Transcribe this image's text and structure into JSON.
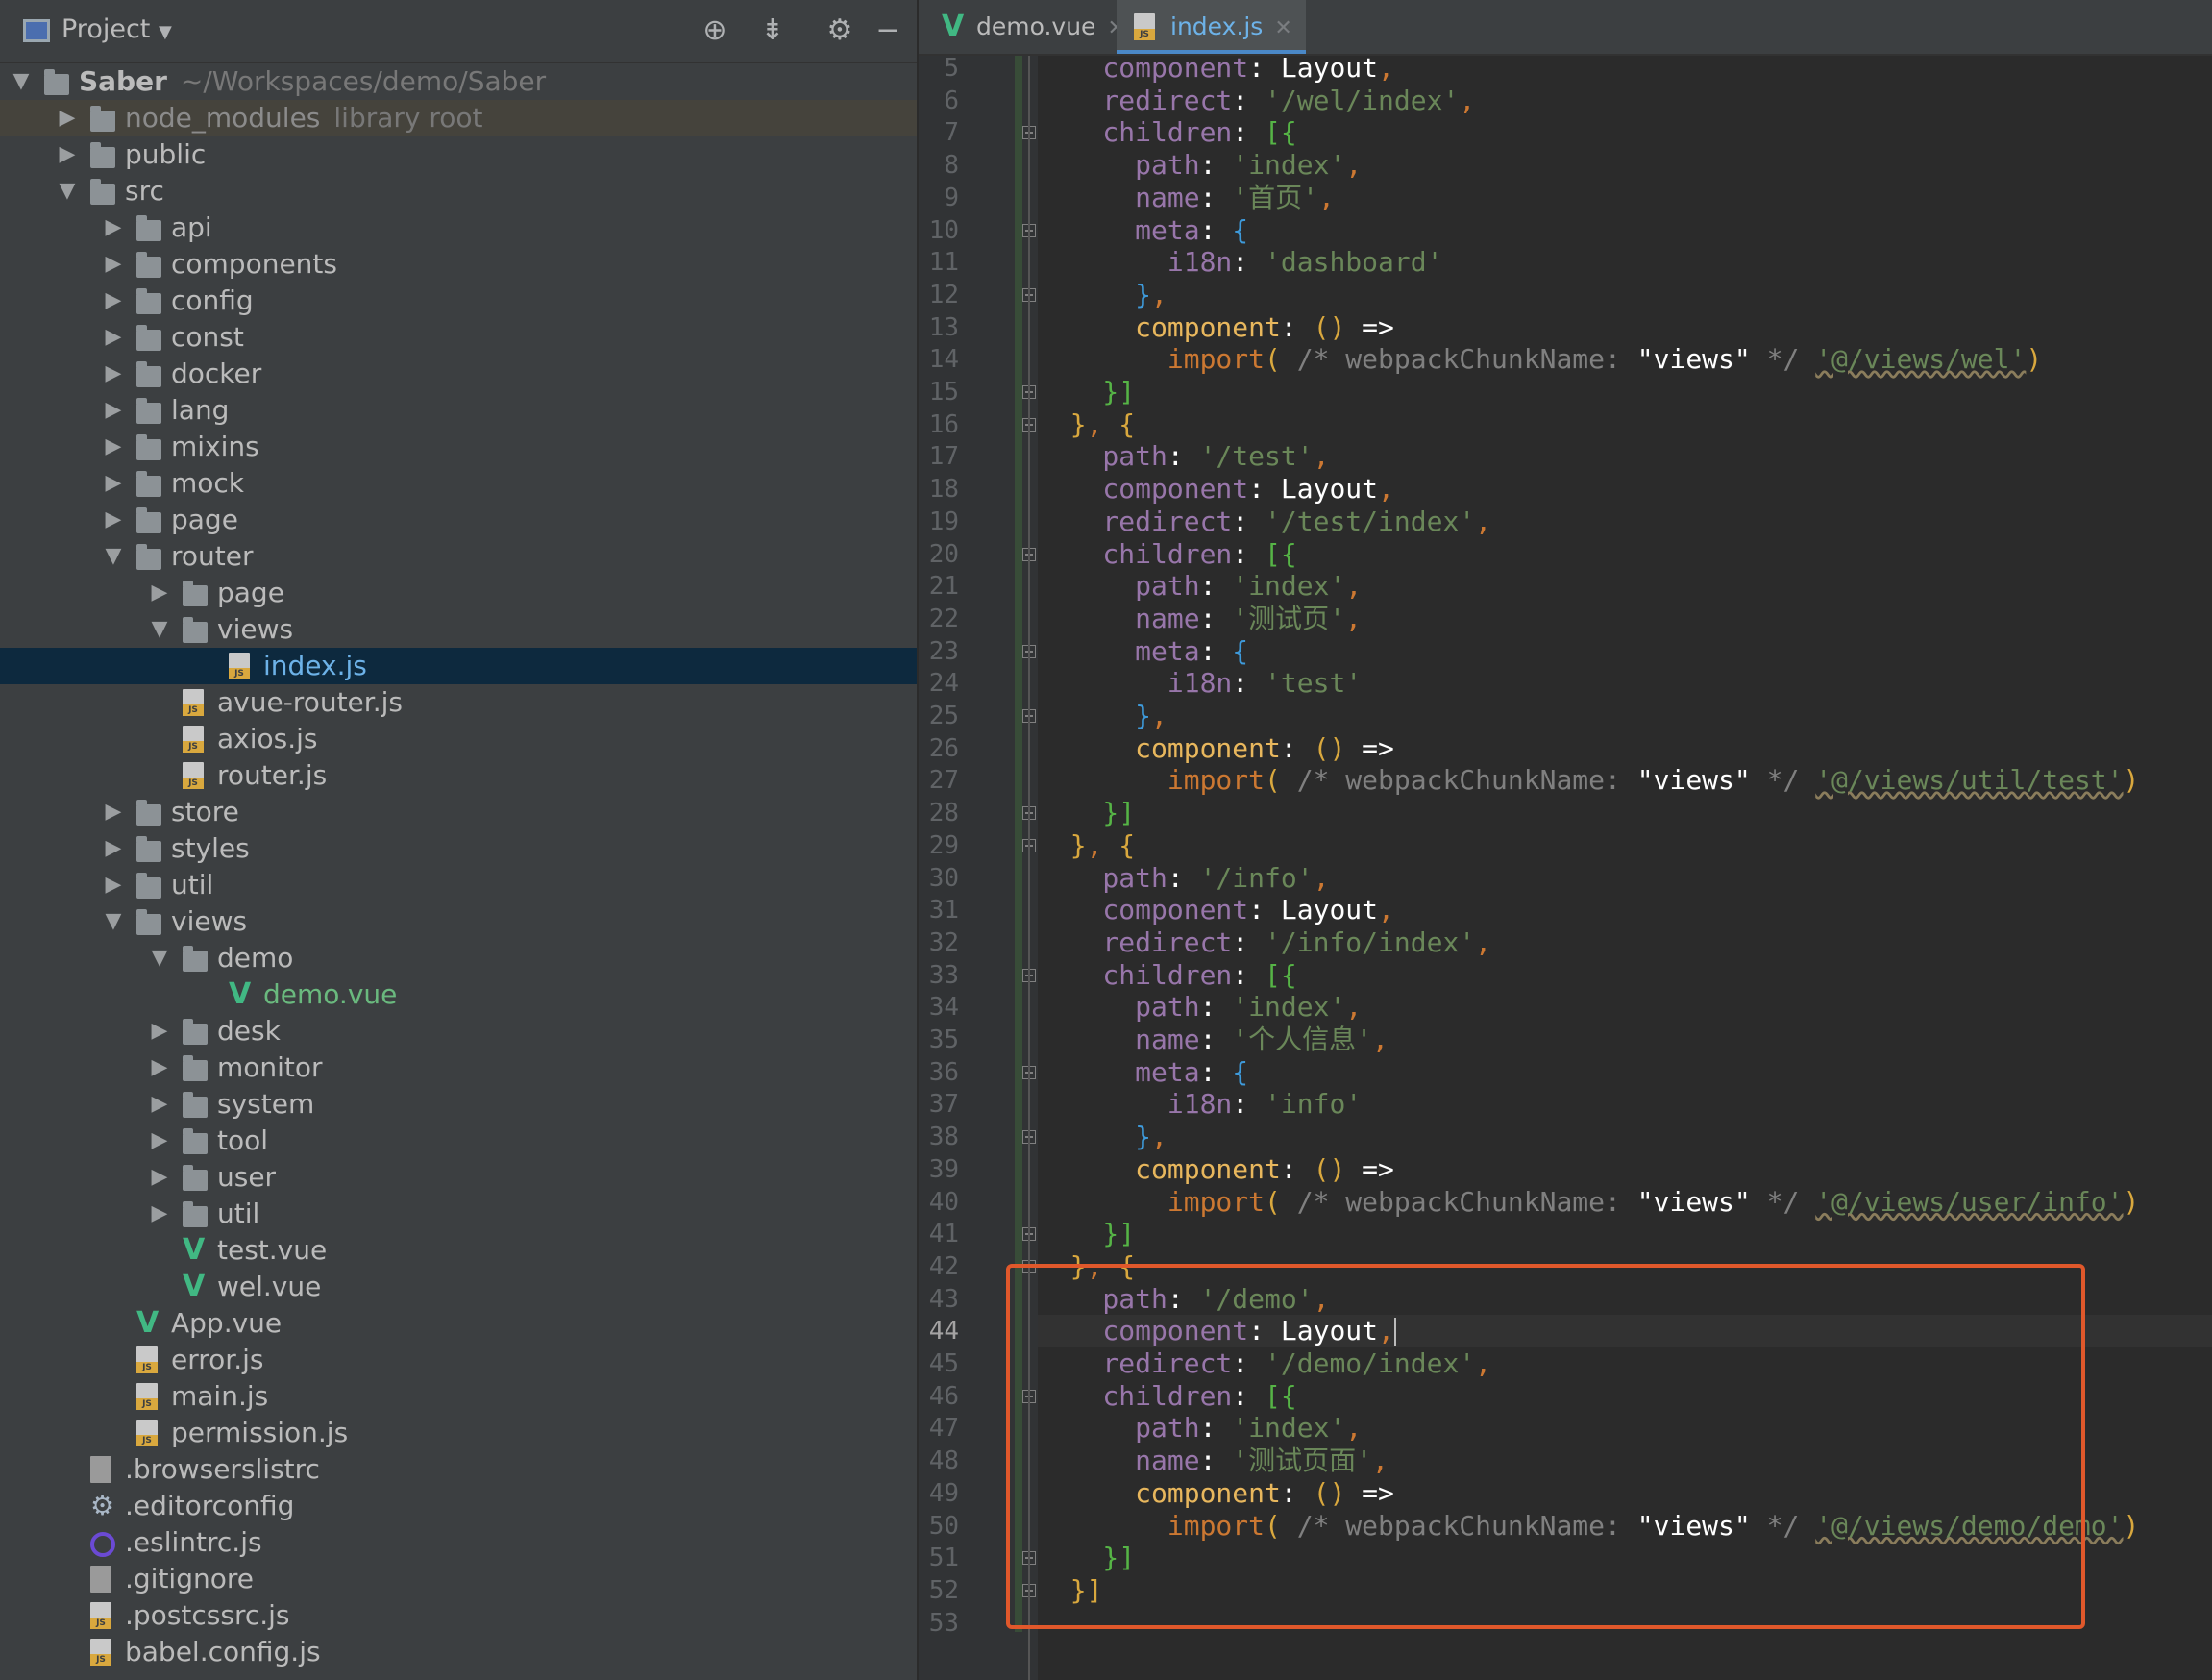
{
  "project_panel": {
    "title": "Project",
    "tools": [
      "locate-icon",
      "collapse-icon",
      "gear-icon",
      "minimize-icon"
    ],
    "tree": [
      {
        "label": "Saber",
        "hint": "~/Workspaces/demo/Saber",
        "type": "folder",
        "depth": 0,
        "arrow": "open",
        "bold": true
      },
      {
        "label": "node_modules",
        "hint": "library root",
        "type": "folder",
        "depth": 1,
        "arrow": "closed",
        "style": "lib"
      },
      {
        "label": "public",
        "type": "folder",
        "depth": 1,
        "arrow": "closed"
      },
      {
        "label": "src",
        "type": "folder",
        "depth": 1,
        "arrow": "open"
      },
      {
        "label": "api",
        "type": "folder",
        "depth": 2,
        "arrow": "closed"
      },
      {
        "label": "components",
        "type": "folder",
        "depth": 2,
        "arrow": "closed"
      },
      {
        "label": "config",
        "type": "folder",
        "depth": 2,
        "arrow": "closed"
      },
      {
        "label": "const",
        "type": "folder",
        "depth": 2,
        "arrow": "closed"
      },
      {
        "label": "docker",
        "type": "folder",
        "depth": 2,
        "arrow": "closed"
      },
      {
        "label": "lang",
        "type": "folder",
        "depth": 2,
        "arrow": "closed"
      },
      {
        "label": "mixins",
        "type": "folder",
        "depth": 2,
        "arrow": "closed"
      },
      {
        "label": "mock",
        "type": "folder",
        "depth": 2,
        "arrow": "closed"
      },
      {
        "label": "page",
        "type": "folder",
        "depth": 2,
        "arrow": "closed"
      },
      {
        "label": "router",
        "type": "folder",
        "depth": 2,
        "arrow": "open"
      },
      {
        "label": "page",
        "type": "folder",
        "depth": 3,
        "arrow": "closed"
      },
      {
        "label": "views",
        "type": "folder",
        "depth": 3,
        "arrow": "open"
      },
      {
        "label": "index.js",
        "type": "js",
        "depth": 4,
        "selected": true
      },
      {
        "label": "avue-router.js",
        "type": "js",
        "depth": 3
      },
      {
        "label": "axios.js",
        "type": "js",
        "depth": 3
      },
      {
        "label": "router.js",
        "type": "js",
        "depth": 3
      },
      {
        "label": "store",
        "type": "folder",
        "depth": 2,
        "arrow": "closed"
      },
      {
        "label": "styles",
        "type": "folder",
        "depth": 2,
        "arrow": "closed"
      },
      {
        "label": "util",
        "type": "folder",
        "depth": 2,
        "arrow": "closed"
      },
      {
        "label": "views",
        "type": "folder",
        "depth": 2,
        "arrow": "open"
      },
      {
        "label": "demo",
        "type": "folder",
        "depth": 3,
        "arrow": "open"
      },
      {
        "label": "demo.vue",
        "type": "vue",
        "depth": 4,
        "color": "green"
      },
      {
        "label": "desk",
        "type": "folder",
        "depth": 3,
        "arrow": "closed"
      },
      {
        "label": "monitor",
        "type": "folder",
        "depth": 3,
        "arrow": "closed"
      },
      {
        "label": "system",
        "type": "folder",
        "depth": 3,
        "arrow": "closed"
      },
      {
        "label": "tool",
        "type": "folder",
        "depth": 3,
        "arrow": "closed"
      },
      {
        "label": "user",
        "type": "folder",
        "depth": 3,
        "arrow": "closed"
      },
      {
        "label": "util",
        "type": "folder",
        "depth": 3,
        "arrow": "closed"
      },
      {
        "label": "test.vue",
        "type": "vue",
        "depth": 3
      },
      {
        "label": "wel.vue",
        "type": "vue",
        "depth": 3
      },
      {
        "label": "App.vue",
        "type": "vue",
        "depth": 2
      },
      {
        "label": "error.js",
        "type": "js",
        "depth": 2
      },
      {
        "label": "main.js",
        "type": "js",
        "depth": 2
      },
      {
        "label": "permission.js",
        "type": "js",
        "depth": 2
      },
      {
        "label": ".browserslistrc",
        "type": "cfg",
        "depth": 1
      },
      {
        "label": ".editorconfig",
        "type": "gear",
        "depth": 1
      },
      {
        "label": ".eslintrc.js",
        "type": "ring",
        "depth": 1
      },
      {
        "label": ".gitignore",
        "type": "cfg",
        "depth": 1
      },
      {
        "label": ".postcssrc.js",
        "type": "js",
        "depth": 1
      },
      {
        "label": "babel.config.js",
        "type": "js",
        "depth": 1
      }
    ]
  },
  "editor": {
    "tabs": [
      {
        "label": "demo.vue",
        "icon": "vue",
        "active": false
      },
      {
        "label": "index.js",
        "icon": "js",
        "active": true
      }
    ],
    "current_line": 44,
    "highlight_box": {
      "from_line": 42,
      "to_line": 52,
      "color": "#e0582b"
    },
    "lines": [
      {
        "n": 5,
        "tokens": [
          [
            "k",
            "    component"
          ],
          [
            "w",
            ": Layout"
          ],
          [
            "o",
            ","
          ]
        ]
      },
      {
        "n": 6,
        "tokens": [
          [
            "k",
            "    redirect"
          ],
          [
            "w",
            ": "
          ],
          [
            "s",
            "'/wel/index'"
          ],
          [
            "o",
            ","
          ]
        ]
      },
      {
        "n": 7,
        "tokens": [
          [
            "k",
            "    children"
          ],
          [
            "w",
            ": "
          ],
          [
            "b3",
            "[{"
          ]
        ],
        "fold": true
      },
      {
        "n": 8,
        "tokens": [
          [
            "k",
            "      path"
          ],
          [
            "w",
            ": "
          ],
          [
            "s",
            "'index'"
          ],
          [
            "o",
            ","
          ]
        ]
      },
      {
        "n": 9,
        "tokens": [
          [
            "k",
            "      name"
          ],
          [
            "w",
            ": "
          ],
          [
            "s",
            "'首页'"
          ],
          [
            "o",
            ","
          ]
        ]
      },
      {
        "n": 10,
        "tokens": [
          [
            "k",
            "      meta"
          ],
          [
            "w",
            ": "
          ],
          [
            "b2",
            "{"
          ]
        ],
        "fold": true
      },
      {
        "n": 11,
        "tokens": [
          [
            "k",
            "        i18n"
          ],
          [
            "w",
            ": "
          ],
          [
            "s",
            "'dashboard'"
          ]
        ]
      },
      {
        "n": 12,
        "tokens": [
          [
            "b2",
            "      }"
          ],
          [
            "o",
            ","
          ]
        ],
        "fold": true
      },
      {
        "n": 13,
        "tokens": [
          [
            "p",
            "      component"
          ],
          [
            "w",
            ": "
          ],
          [
            "b1",
            "()"
          ],
          [
            "w",
            " =>"
          ]
        ]
      },
      {
        "n": 14,
        "tokens": [
          [
            "imp",
            "        import"
          ],
          [
            "b1",
            "("
          ],
          [
            "cm",
            " /* webpackChunkName: "
          ],
          [
            "w",
            "\"views\""
          ],
          [
            "cm",
            " */ "
          ],
          [
            "sq",
            "'@/views/wel'"
          ],
          [
            "b1",
            ")"
          ]
        ]
      },
      {
        "n": 15,
        "tokens": [
          [
            "b3",
            "    }]"
          ]
        ],
        "fold": true
      },
      {
        "n": 16,
        "tokens": [
          [
            "b1",
            "  }"
          ],
          [
            "o",
            ", "
          ],
          [
            "b1",
            "{"
          ]
        ],
        "fold": true
      },
      {
        "n": 17,
        "tokens": [
          [
            "k",
            "    path"
          ],
          [
            "w",
            ": "
          ],
          [
            "s",
            "'/test'"
          ],
          [
            "o",
            ","
          ]
        ]
      },
      {
        "n": 18,
        "tokens": [
          [
            "k",
            "    component"
          ],
          [
            "w",
            ": Layout"
          ],
          [
            "o",
            ","
          ]
        ]
      },
      {
        "n": 19,
        "tokens": [
          [
            "k",
            "    redirect"
          ],
          [
            "w",
            ": "
          ],
          [
            "s",
            "'/test/index'"
          ],
          [
            "o",
            ","
          ]
        ]
      },
      {
        "n": 20,
        "tokens": [
          [
            "k",
            "    children"
          ],
          [
            "w",
            ": "
          ],
          [
            "b3",
            "[{"
          ]
        ],
        "fold": true
      },
      {
        "n": 21,
        "tokens": [
          [
            "k",
            "      path"
          ],
          [
            "w",
            ": "
          ],
          [
            "s",
            "'index'"
          ],
          [
            "o",
            ","
          ]
        ]
      },
      {
        "n": 22,
        "tokens": [
          [
            "k",
            "      name"
          ],
          [
            "w",
            ": "
          ],
          [
            "s",
            "'测试页'"
          ],
          [
            "o",
            ","
          ]
        ]
      },
      {
        "n": 23,
        "tokens": [
          [
            "k",
            "      meta"
          ],
          [
            "w",
            ": "
          ],
          [
            "b2",
            "{"
          ]
        ],
        "fold": true
      },
      {
        "n": 24,
        "tokens": [
          [
            "k",
            "        i18n"
          ],
          [
            "w",
            ": "
          ],
          [
            "s",
            "'test'"
          ]
        ]
      },
      {
        "n": 25,
        "tokens": [
          [
            "b2",
            "      }"
          ],
          [
            "o",
            ","
          ]
        ],
        "fold": true
      },
      {
        "n": 26,
        "tokens": [
          [
            "p",
            "      component"
          ],
          [
            "w",
            ": "
          ],
          [
            "b1",
            "()"
          ],
          [
            "w",
            " =>"
          ]
        ]
      },
      {
        "n": 27,
        "tokens": [
          [
            "imp",
            "        import"
          ],
          [
            "b1",
            "("
          ],
          [
            "cm",
            " /* webpackChunkName: "
          ],
          [
            "w",
            "\"views\""
          ],
          [
            "cm",
            " */ "
          ],
          [
            "sq",
            "'@/views/util/test'"
          ],
          [
            "b1",
            ")"
          ]
        ]
      },
      {
        "n": 28,
        "tokens": [
          [
            "b3",
            "    }]"
          ]
        ],
        "fold": true
      },
      {
        "n": 29,
        "tokens": [
          [
            "b1",
            "  }"
          ],
          [
            "o",
            ", "
          ],
          [
            "b1",
            "{"
          ]
        ],
        "fold": true
      },
      {
        "n": 30,
        "tokens": [
          [
            "k",
            "    path"
          ],
          [
            "w",
            ": "
          ],
          [
            "s",
            "'/info'"
          ],
          [
            "o",
            ","
          ]
        ]
      },
      {
        "n": 31,
        "tokens": [
          [
            "k",
            "    component"
          ],
          [
            "w",
            ": Layout"
          ],
          [
            "o",
            ","
          ]
        ]
      },
      {
        "n": 32,
        "tokens": [
          [
            "k",
            "    redirect"
          ],
          [
            "w",
            ": "
          ],
          [
            "s",
            "'/info/index'"
          ],
          [
            "o",
            ","
          ]
        ]
      },
      {
        "n": 33,
        "tokens": [
          [
            "k",
            "    children"
          ],
          [
            "w",
            ": "
          ],
          [
            "b3",
            "[{"
          ]
        ],
        "fold": true
      },
      {
        "n": 34,
        "tokens": [
          [
            "k",
            "      path"
          ],
          [
            "w",
            ": "
          ],
          [
            "s",
            "'index'"
          ],
          [
            "o",
            ","
          ]
        ]
      },
      {
        "n": 35,
        "tokens": [
          [
            "k",
            "      name"
          ],
          [
            "w",
            ": "
          ],
          [
            "s",
            "'个人信息'"
          ],
          [
            "o",
            ","
          ]
        ]
      },
      {
        "n": 36,
        "tokens": [
          [
            "k",
            "      meta"
          ],
          [
            "w",
            ": "
          ],
          [
            "b2",
            "{"
          ]
        ],
        "fold": true
      },
      {
        "n": 37,
        "tokens": [
          [
            "k",
            "        i18n"
          ],
          [
            "w",
            ": "
          ],
          [
            "s",
            "'info'"
          ]
        ]
      },
      {
        "n": 38,
        "tokens": [
          [
            "b2",
            "      }"
          ],
          [
            "o",
            ","
          ]
        ],
        "fold": true
      },
      {
        "n": 39,
        "tokens": [
          [
            "p",
            "      component"
          ],
          [
            "w",
            ": "
          ],
          [
            "b1",
            "()"
          ],
          [
            "w",
            " =>"
          ]
        ]
      },
      {
        "n": 40,
        "tokens": [
          [
            "imp",
            "        import"
          ],
          [
            "b1",
            "("
          ],
          [
            "cm",
            " /* webpackChunkName: "
          ],
          [
            "w",
            "\"views\""
          ],
          [
            "cm",
            " */ "
          ],
          [
            "sq",
            "'@/views/user/info'"
          ],
          [
            "b1",
            ")"
          ]
        ]
      },
      {
        "n": 41,
        "tokens": [
          [
            "b3",
            "    }]"
          ]
        ],
        "fold": true
      },
      {
        "n": 42,
        "tokens": [
          [
            "b1",
            "  }"
          ],
          [
            "o",
            ", "
          ],
          [
            "b1",
            "{"
          ]
        ],
        "fold": true
      },
      {
        "n": 43,
        "tokens": [
          [
            "k",
            "    path"
          ],
          [
            "w",
            ": "
          ],
          [
            "s",
            "'/demo'"
          ],
          [
            "o",
            ","
          ]
        ]
      },
      {
        "n": 44,
        "tokens": [
          [
            "k",
            "    component"
          ],
          [
            "w",
            ": Layout"
          ],
          [
            "o",
            ","
          ]
        ],
        "caret": true
      },
      {
        "n": 45,
        "tokens": [
          [
            "k",
            "    redirect"
          ],
          [
            "w",
            ": "
          ],
          [
            "s",
            "'/demo/index'"
          ],
          [
            "o",
            ","
          ]
        ]
      },
      {
        "n": 46,
        "tokens": [
          [
            "k",
            "    children"
          ],
          [
            "w",
            ": "
          ],
          [
            "b3",
            "[{"
          ]
        ],
        "fold": true
      },
      {
        "n": 47,
        "tokens": [
          [
            "k",
            "      path"
          ],
          [
            "w",
            ": "
          ],
          [
            "s",
            "'index'"
          ],
          [
            "o",
            ","
          ]
        ]
      },
      {
        "n": 48,
        "tokens": [
          [
            "k",
            "      name"
          ],
          [
            "w",
            ": "
          ],
          [
            "s",
            "'测试页面'"
          ],
          [
            "o",
            ","
          ]
        ]
      },
      {
        "n": 49,
        "tokens": [
          [
            "p",
            "      component"
          ],
          [
            "w",
            ": "
          ],
          [
            "b1",
            "()"
          ],
          [
            "w",
            " =>"
          ]
        ]
      },
      {
        "n": 50,
        "tokens": [
          [
            "imp",
            "        import"
          ],
          [
            "b1",
            "("
          ],
          [
            "cm",
            " /* webpackChunkName: "
          ],
          [
            "w",
            "\"views\""
          ],
          [
            "cm",
            " */ "
          ],
          [
            "sq",
            "'@/views/demo/demo'"
          ],
          [
            "b1",
            ")"
          ]
        ]
      },
      {
        "n": 51,
        "tokens": [
          [
            "b3",
            "    }]"
          ]
        ],
        "fold": true
      },
      {
        "n": 52,
        "tokens": [
          [
            "b1",
            "  }]"
          ]
        ],
        "fold": true
      },
      {
        "n": 53,
        "tokens": []
      }
    ]
  }
}
